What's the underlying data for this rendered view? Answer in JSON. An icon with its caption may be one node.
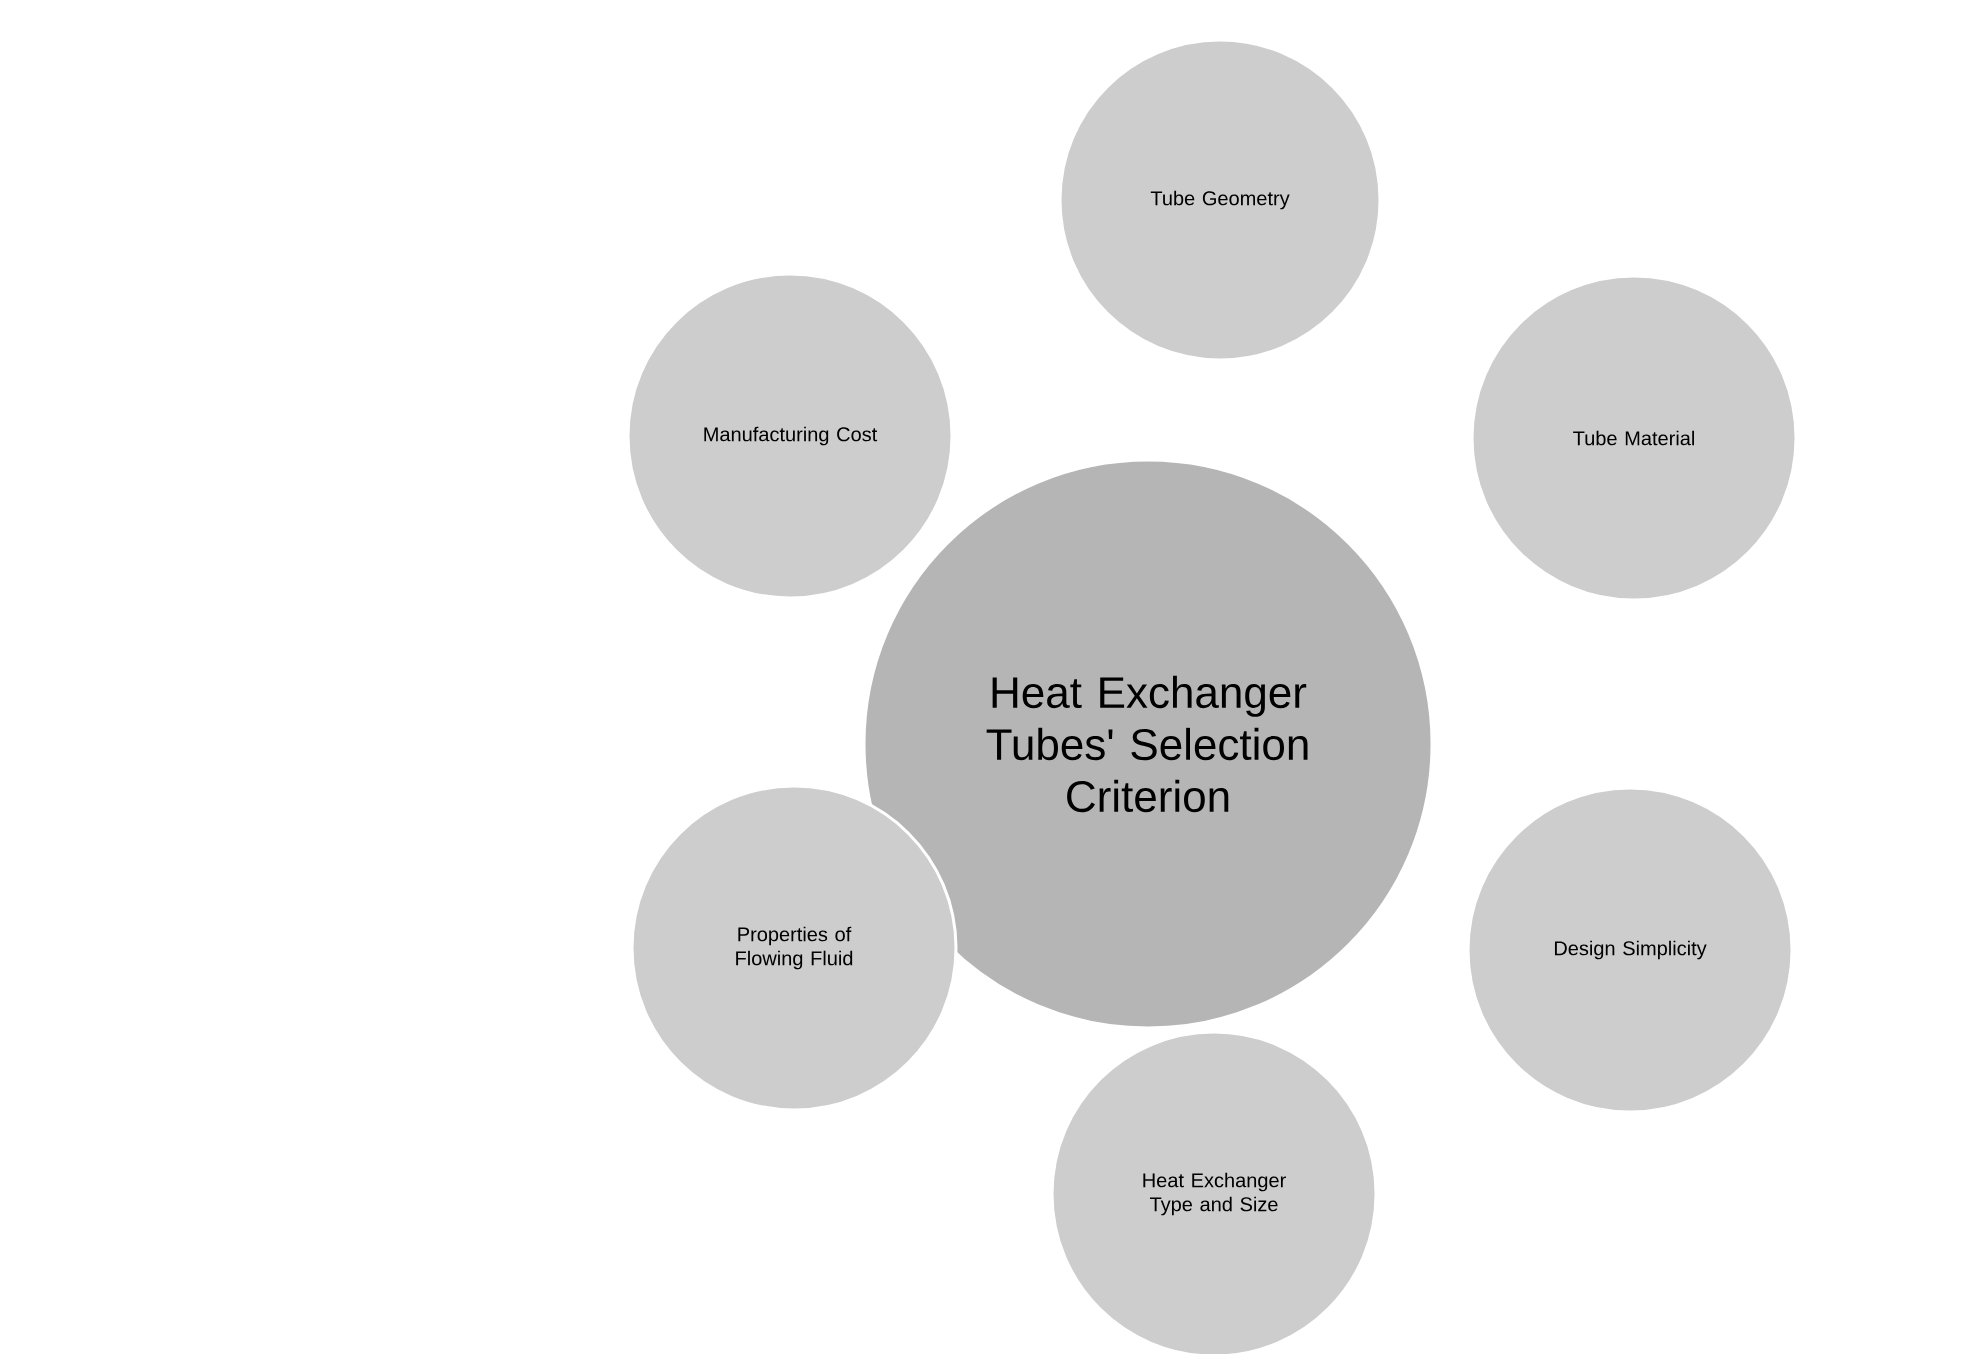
{
  "diagram": {
    "nodes": [
      {
        "text": [
          "Heat Exchanger Tubes' Selection Criterion"
        ]
      },
      {
        "text": [
          "Tube Geometry"
        ]
      },
      {
        "text": [
          "Tube Material"
        ]
      },
      {
        "text": [
          "Design Simplicity"
        ]
      },
      {
        "text": [
          "Heat Exchanger Type and Size"
        ]
      },
      {
        "text": [
          "Properties of Flowing Fluid"
        ]
      },
      {
        "text": [
          "Manufacturing Cost"
        ]
      }
    ]
  }
}
